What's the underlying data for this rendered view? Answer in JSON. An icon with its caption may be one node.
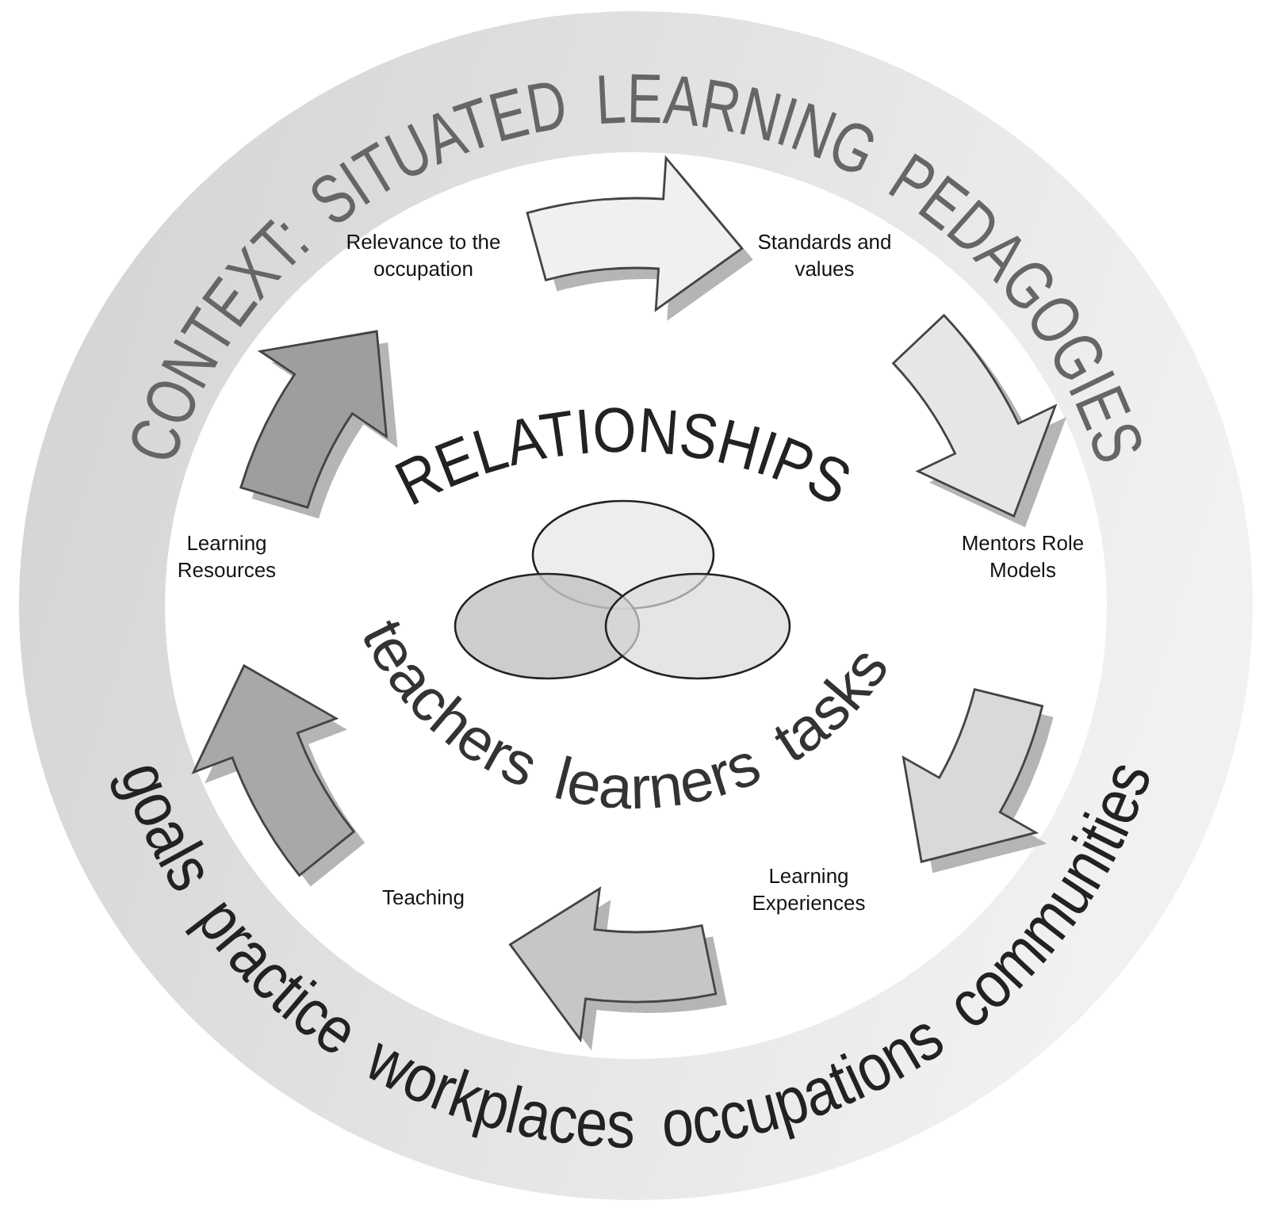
{
  "diagram": {
    "nodes": [
      {
        "text": [
          "Relevance to the occupation"
        ]
      },
      {
        "text": [
          "Standards and values"
        ]
      },
      {
        "text": [
          "Mentors Role Models"
        ]
      },
      {
        "text": [
          "Learning Experiences"
        ]
      },
      {
        "text": [
          "Teaching"
        ]
      },
      {
        "text": [
          "Learning Resources"
        ]
      }
    ],
    "edges": [
      {
        "from": 0,
        "to": 1,
        "arrow": "to",
        "color": "#f0f0f0"
      },
      {
        "from": 1,
        "to": 2,
        "arrow": "to",
        "color": "#e6e6e6"
      },
      {
        "from": 2,
        "to": 3,
        "arrow": "to",
        "color": "#d9d9d9"
      },
      {
        "from": 3,
        "to": 4,
        "arrow": "to",
        "color": "#c6c6c6"
      },
      {
        "from": 4,
        "to": 5,
        "arrow": "to",
        "color": "#a8a8a8"
      },
      {
        "from": 5,
        "to": 0,
        "arrow": "to",
        "color": "#9e9e9e"
      }
    ],
    "labels": [
      "CONTEXT: SITUATED LEARNING PEDAGOGIES",
      "RELATIONSHIPS",
      "teachers",
      "learners",
      "tasks",
      "goals practice workplaces occupations communities"
    ]
  }
}
